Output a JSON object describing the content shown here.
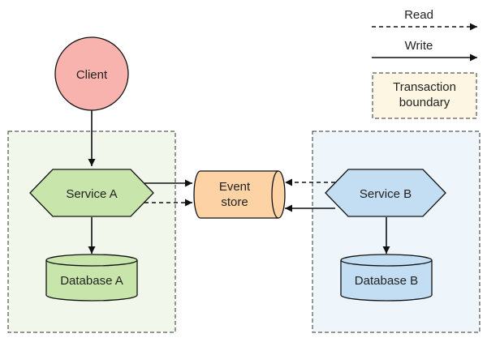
{
  "legend": {
    "read": "Read",
    "write": "Write",
    "boundary_line1": "Transaction",
    "boundary_line2": "boundary"
  },
  "nodes": {
    "client": "Client",
    "service_a": "Service A",
    "service_b": "Service B",
    "event_store_line1": "Event",
    "event_store_line2": "store",
    "database_a": "Database A",
    "database_b": "Database B"
  },
  "colors": {
    "client_fill": "#f8b3ae",
    "service_a_fill": "#c8e5ab",
    "service_b_fill": "#c3def2",
    "event_store_fill": "#fdd3a5",
    "boundary_a_fill": "#f2f7ec",
    "boundary_b_fill": "#eef5fb",
    "legend_boundary_fill": "#fdf6e2",
    "stroke": "#111111"
  }
}
